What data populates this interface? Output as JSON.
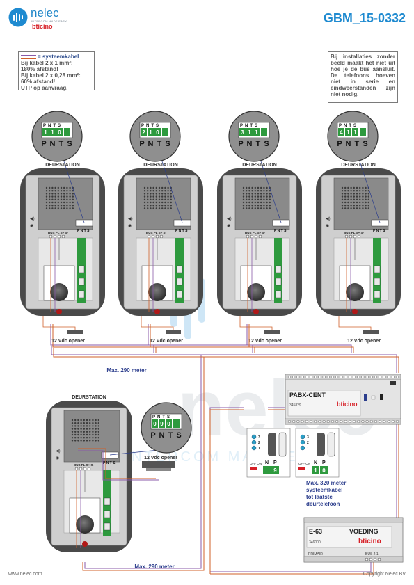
{
  "header": {
    "brand_name": "nelec",
    "brand_tagline": "INTERCOM MADE EASY",
    "brand_partner": "bticino",
    "document_code": "GBM_15-0332"
  },
  "notes": {
    "cable": {
      "legend": "= systeemkabel",
      "lines": [
        "Bij kabel 2 x 1 mm²:",
        "180% afstand!",
        "Bij kabel 2 x 0,28 mm²:",
        "60% afstand!",
        "UTP op aanvraag."
      ]
    },
    "installation": "Bij installaties zonder beeld maakt het niet uit hoe je de bus aansluit. De telefoons hoeven niet in serie en eindweerstanden zijn niet nodig."
  },
  "door_stations": [
    {
      "label": "DEURSTATION",
      "dip": [
        "1",
        "1",
        "0"
      ],
      "opener": "12 Vdc opener"
    },
    {
      "label": "DEURSTATION",
      "dip": [
        "2",
        "1",
        "0"
      ],
      "opener": "12 Vdc opener"
    },
    {
      "label": "DEURSTATION",
      "dip": [
        "3",
        "1",
        "1"
      ],
      "opener": "12 Vdc opener"
    },
    {
      "label": "DEURSTATION",
      "dip": [
        "4",
        "1",
        "1"
      ],
      "opener": "12 Vdc opener"
    },
    {
      "label": "DEURSTATION",
      "dip": [
        "0",
        "9",
        "0"
      ],
      "opener": "12 Vdc opener"
    }
  ],
  "connector_labels": {
    "top": [
      "P",
      "N",
      "T",
      "S"
    ],
    "bottom": [
      "P",
      "N",
      "T",
      "S"
    ],
    "terminals": "BUS PL S+ S-"
  },
  "distances": {
    "upper": "Max. 290 meter",
    "lower": "Max. 290 meter",
    "phone_limit": [
      "Max. 320 meter",
      "systeemkabel",
      "tot laatste",
      "deurtelefoon"
    ]
  },
  "pabx": {
    "name": "PABX-CENT",
    "code": "345829",
    "brand": "bticino"
  },
  "power_supply": {
    "name": "E-63",
    "function": "VOEDING",
    "code": "346000",
    "brand": "bticino",
    "terminal_left": "PRIMAIR",
    "terminal_right": "BUS 2 1"
  },
  "handsets": [
    {
      "dip_labels": [
        "N",
        "P"
      ],
      "dip_values": [
        "",
        "9"
      ],
      "switch_label": "OFF ON",
      "slots": [
        "3",
        "2",
        "1"
      ]
    },
    {
      "dip_labels": [
        "N",
        "P"
      ],
      "dip_values": [
        "1",
        "0"
      ],
      "switch_label": "OFF ON",
      "slots": [
        "3",
        "2",
        "1"
      ]
    }
  ],
  "watermark": {
    "word": "nelec",
    "tagline": "INTERCOM MADE EASY"
  },
  "footer": {
    "url": "www.nelec.com",
    "copyright": "Copyright Nelec BV"
  },
  "colors": {
    "accent": "#1e8ad0",
    "bticino_red": "#d61f26",
    "cable_orange": "#d0602a",
    "cable_purple": "#8a5aa8",
    "dip_green": "#2e9a3e",
    "panel_grey": "#d6d6d6",
    "watermark": "#dfe3e6"
  }
}
